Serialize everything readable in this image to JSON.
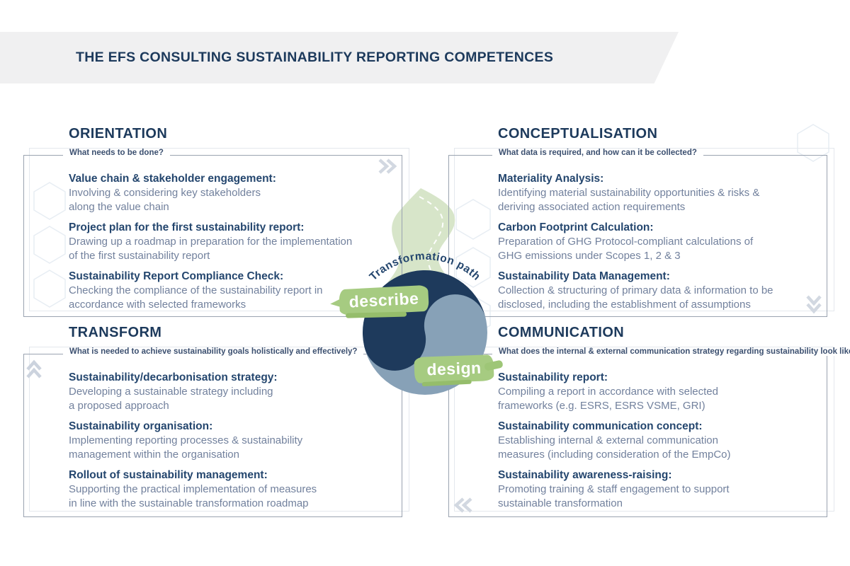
{
  "header": {
    "title": "THE EFS CONSULTING SUSTAINABILITY REPORTING COMPETENCES"
  },
  "center": {
    "path_label": "Transformation path",
    "describe_label": "describe",
    "design_label": "design"
  },
  "colors": {
    "brand_navy": "#1d3a5c",
    "item_title_navy": "#24466e",
    "description_gray_blue": "#72819d",
    "yin_dark": "#1e3a5c",
    "yin_light": "#87a1b7",
    "brush_green": "#a6cb81",
    "road_green": "#d7e5c9",
    "chevron_gray": "#d2d8e1",
    "header_band_gray": "#f0f0f1",
    "box_border_gray": "#9aa3b0"
  },
  "icons": {
    "quadrant_cycle": [
      "double-chevron-right",
      "double-chevron-down",
      "double-chevron-up",
      "double-chevron-left"
    ]
  },
  "quadrants": [
    {
      "title": "ORIENTATION",
      "subtitle": "What needs to be done?",
      "items": [
        {
          "title": "Value chain & stakeholder engagement:",
          "desc": "Involving & considering key stakeholders\nalong the value chain"
        },
        {
          "title": "Project plan for the first sustainability report:",
          "desc": "Drawing up a roadmap in preparation for the implementation\nof the first sustainability report"
        },
        {
          "title": "Sustainability Report Compliance Check:",
          "desc": "Checking the compliance of the sustainability report in\naccordance with selected frameworks"
        }
      ]
    },
    {
      "title": "CONCEPTUALISATION",
      "subtitle": "What data is required, and how can it be collected?",
      "items": [
        {
          "title": "Materiality Analysis:",
          "desc": "Identifying material sustainability opportunities & risks &\nderiving associated action requirements"
        },
        {
          "title": "Carbon Footprint Calculation:",
          "desc": "Preparation of GHG Protocol-compliant calculations of\nGHG emissions under Scopes 1, 2 & 3"
        },
        {
          "title": "Sustainability Data Management:",
          "desc": "Collection & structuring of primary data & information to be\ndisclosed, including the establishment of assumptions"
        }
      ]
    },
    {
      "title": "TRANSFORM",
      "subtitle": "What is needed to achieve sustainability goals holistically and effectively?",
      "items": [
        {
          "title": "Sustainability/decarbonisation strategy:",
          "desc": "Developing a sustainable strategy including\na proposed approach"
        },
        {
          "title": "Sustainability organisation:",
          "desc": "Implementing reporting processes & sustainability\nmanagement within the organisation"
        },
        {
          "title": "Rollout of sustainability management:",
          "desc": "Supporting the practical implementation of measures\nin line with the sustainable transformation roadmap"
        }
      ]
    },
    {
      "title": "COMMUNICATION",
      "subtitle": "What does the internal & external communication strategy regarding sustainability look like?",
      "items": [
        {
          "title": "Sustainability report:",
          "desc": "Compiling a report in accordance with selected\nframeworks (e.g. ESRS, ESRS VSME, GRI)"
        },
        {
          "title": "Sustainability communication concept:",
          "desc": "Establishing internal & external communication\nmeasures (including consideration of the EmpCo)"
        },
        {
          "title": "Sustainability awareness-raising:",
          "desc": "Promoting training & staff engagement to support\nsustainable transformation"
        }
      ]
    }
  ]
}
